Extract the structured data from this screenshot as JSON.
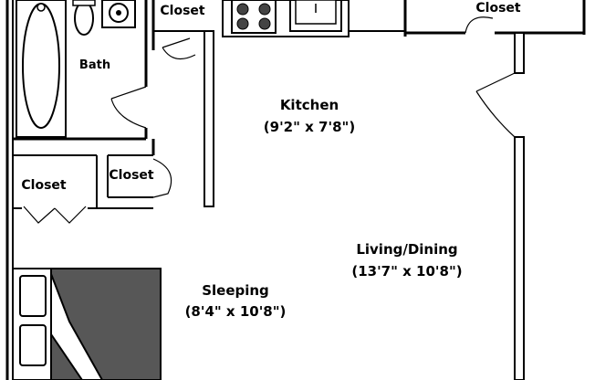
{
  "rooms": {
    "kitchen": {
      "name": "Kitchen",
      "dims": "(9'2\" x 7'8\")"
    },
    "living": {
      "name": "Living/Dining",
      "dims": "(13'7\" x 10'8\")"
    },
    "sleeping": {
      "name": "Sleeping",
      "dims": "(8'4\" x 10'8\")"
    },
    "bath": {
      "name": "Bath"
    }
  },
  "closets": {
    "kitchen_top": "Closet",
    "living_top": "Closet",
    "left": "Closet",
    "middle": "Closet"
  },
  "colors": {
    "wall": "#000000",
    "bed": "#575757",
    "background": "#ffffff"
  }
}
